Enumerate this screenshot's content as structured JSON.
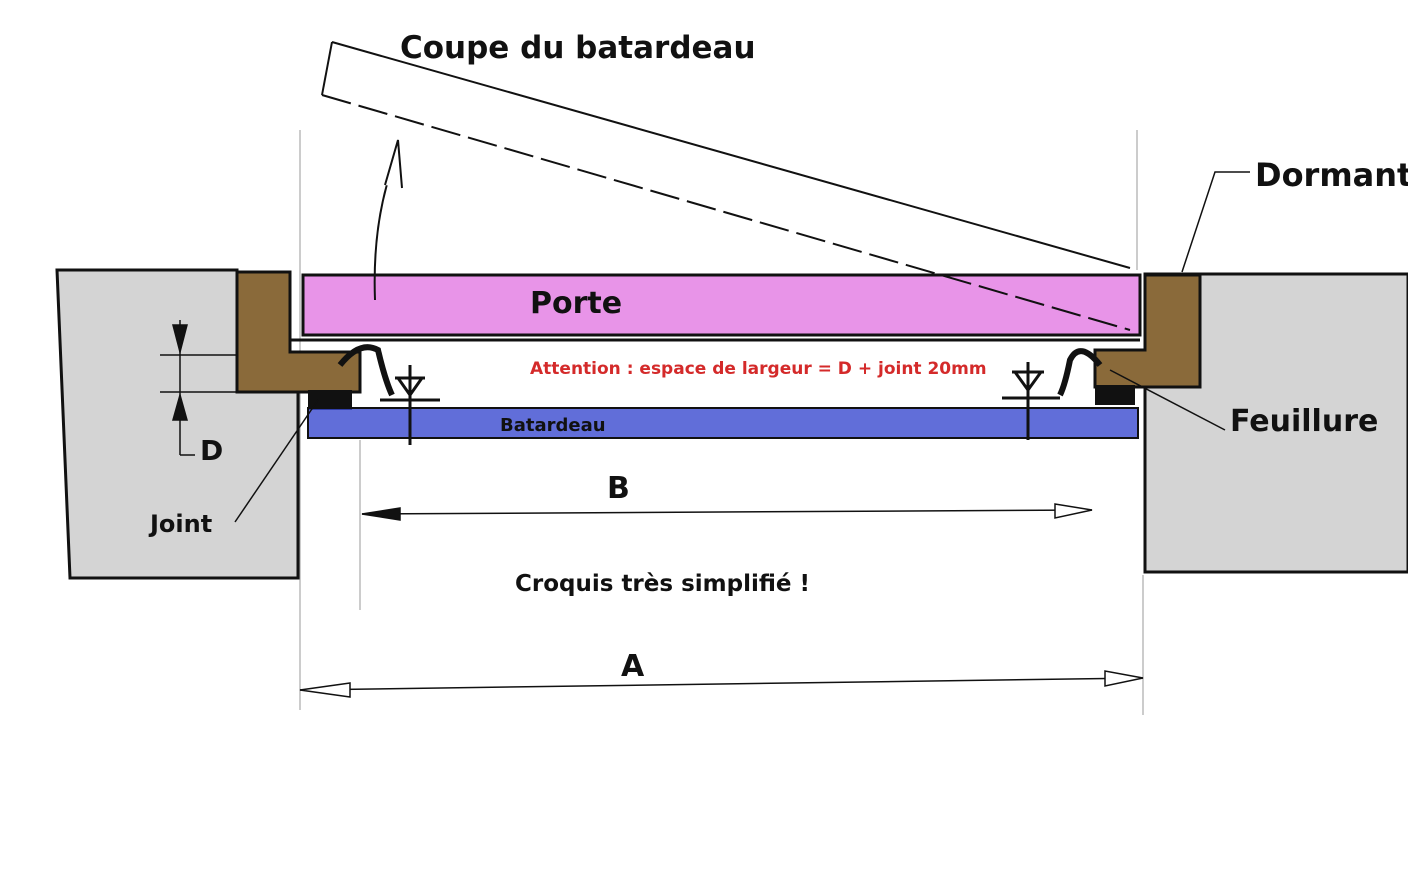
{
  "title": "Coupe du batardeau",
  "labels": {
    "dormant": "Dormant",
    "feuillure": "Feuillure",
    "joint": "Joint",
    "d": "D",
    "porte": "Porte",
    "batardeau": "Batardeau",
    "b": "B",
    "a": "A",
    "note": "Croquis très simplifié !",
    "warning": "Attention : espace de largeur = D + joint 20mm"
  },
  "colors": {
    "wall": "#d4d4d4",
    "frame": "#8a6a3a",
    "door": "#e070e0",
    "batardeau": "#3a4ad0",
    "warning": "#d42a2a"
  }
}
